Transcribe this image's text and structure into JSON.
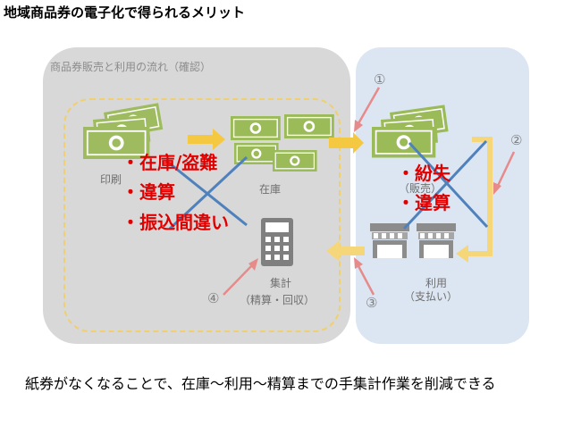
{
  "slide_title": "地域商品券の電子化で得られるメリット",
  "flow_caption": "商品券販売と利用の流れ（確認）",
  "nodes": {
    "print": "印刷",
    "stock": "在庫",
    "sales": "（販売）",
    "use_title": "利用",
    "use_sub": "（支払い）",
    "tally_title": "集計",
    "tally_sub": "（精算・回収）"
  },
  "step_numbers": [
    "①",
    "②",
    "③",
    "④"
  ],
  "problems_left": [
    "・在庫/盗難",
    "・違算",
    "・振込間違い"
  ],
  "problems_right": [
    "・紛失",
    "・違算"
  ],
  "summary": "紙券がなくなることで、在庫～利用～精算までの手集計作業を削減できる",
  "colors": {
    "panel_left": "#d9d8d8",
    "panel_right": "#dce6f2",
    "dashed": "#f0cf6e",
    "bill": "#9bbb59",
    "red": "#e00000",
    "cross": "#4f81bd",
    "shop": "#8c8c8c",
    "arrow_red": "#e68a8a"
  },
  "icons": [
    "money-bill-icon",
    "shop-icon",
    "calculator-icon"
  ]
}
